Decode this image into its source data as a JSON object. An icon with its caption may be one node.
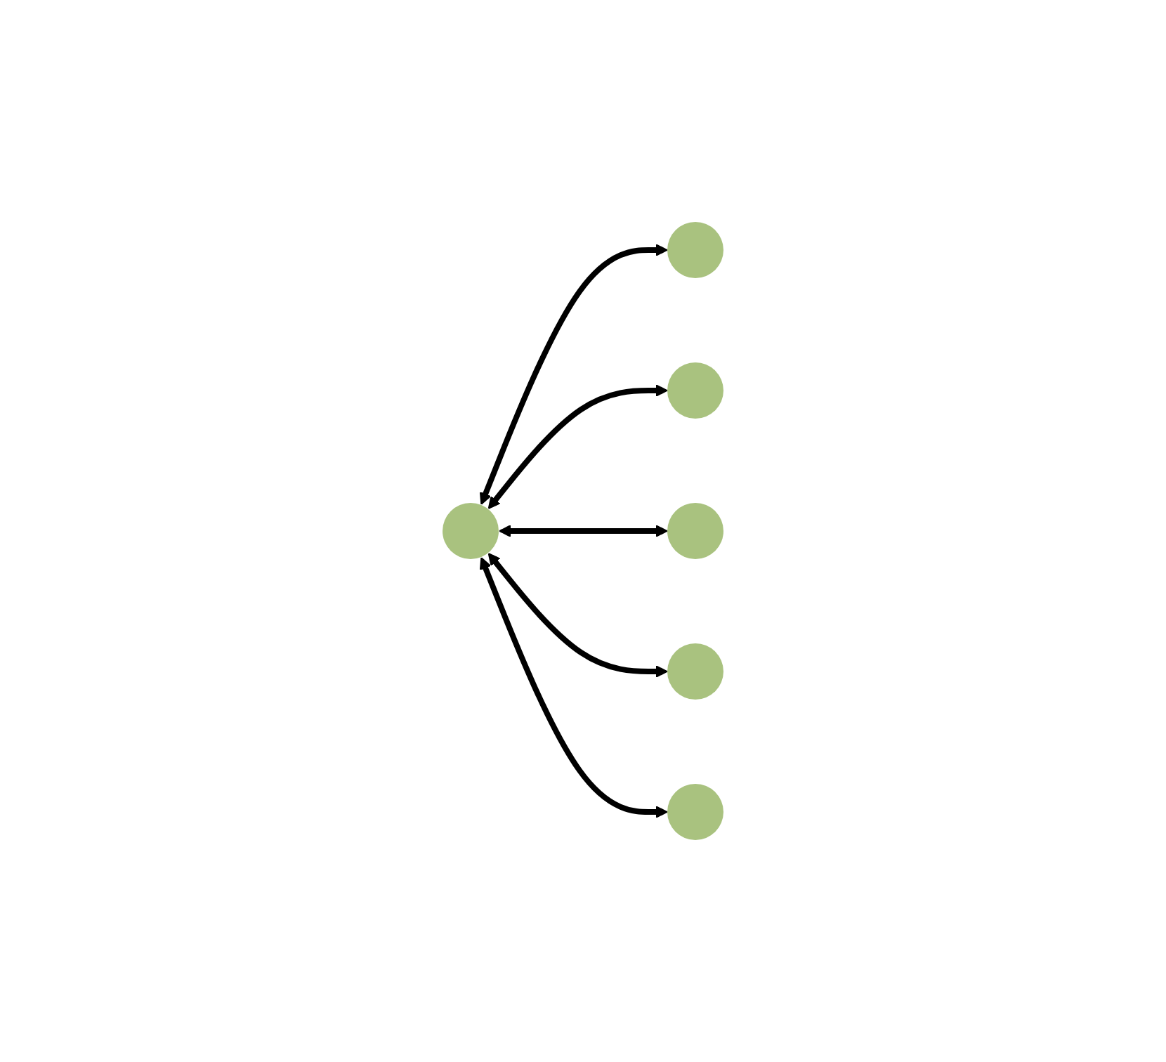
{
  "diagram": {
    "nodes": [
      {
        "text": [],
        "shape": "circle"
      },
      {
        "text": [],
        "shape": "circle"
      },
      {
        "text": [],
        "shape": "circle"
      },
      {
        "text": [],
        "shape": "circle"
      },
      {
        "text": [],
        "shape": "circle"
      },
      {
        "text": [],
        "shape": "circle"
      }
    ],
    "edges": [
      {
        "from": 3,
        "to": 0,
        "arrow": "both"
      },
      {
        "from": 3,
        "to": 1,
        "arrow": "both"
      },
      {
        "from": 3,
        "to": 2,
        "arrow": "both"
      },
      {
        "from": 3,
        "to": 4,
        "arrow": "both"
      },
      {
        "from": 3,
        "to": 5,
        "arrow": "both"
      }
    ]
  }
}
